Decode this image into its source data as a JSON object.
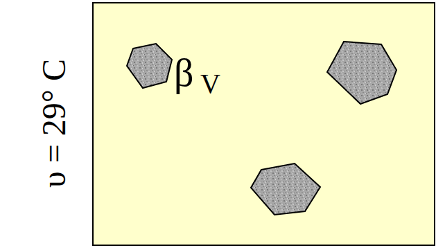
{
  "diagram": {
    "nodes": [
      {
        "text": [
          "β",
          "V"
        ]
      }
    ],
    "labels": [
      "υ = 29° C"
    ]
  }
}
